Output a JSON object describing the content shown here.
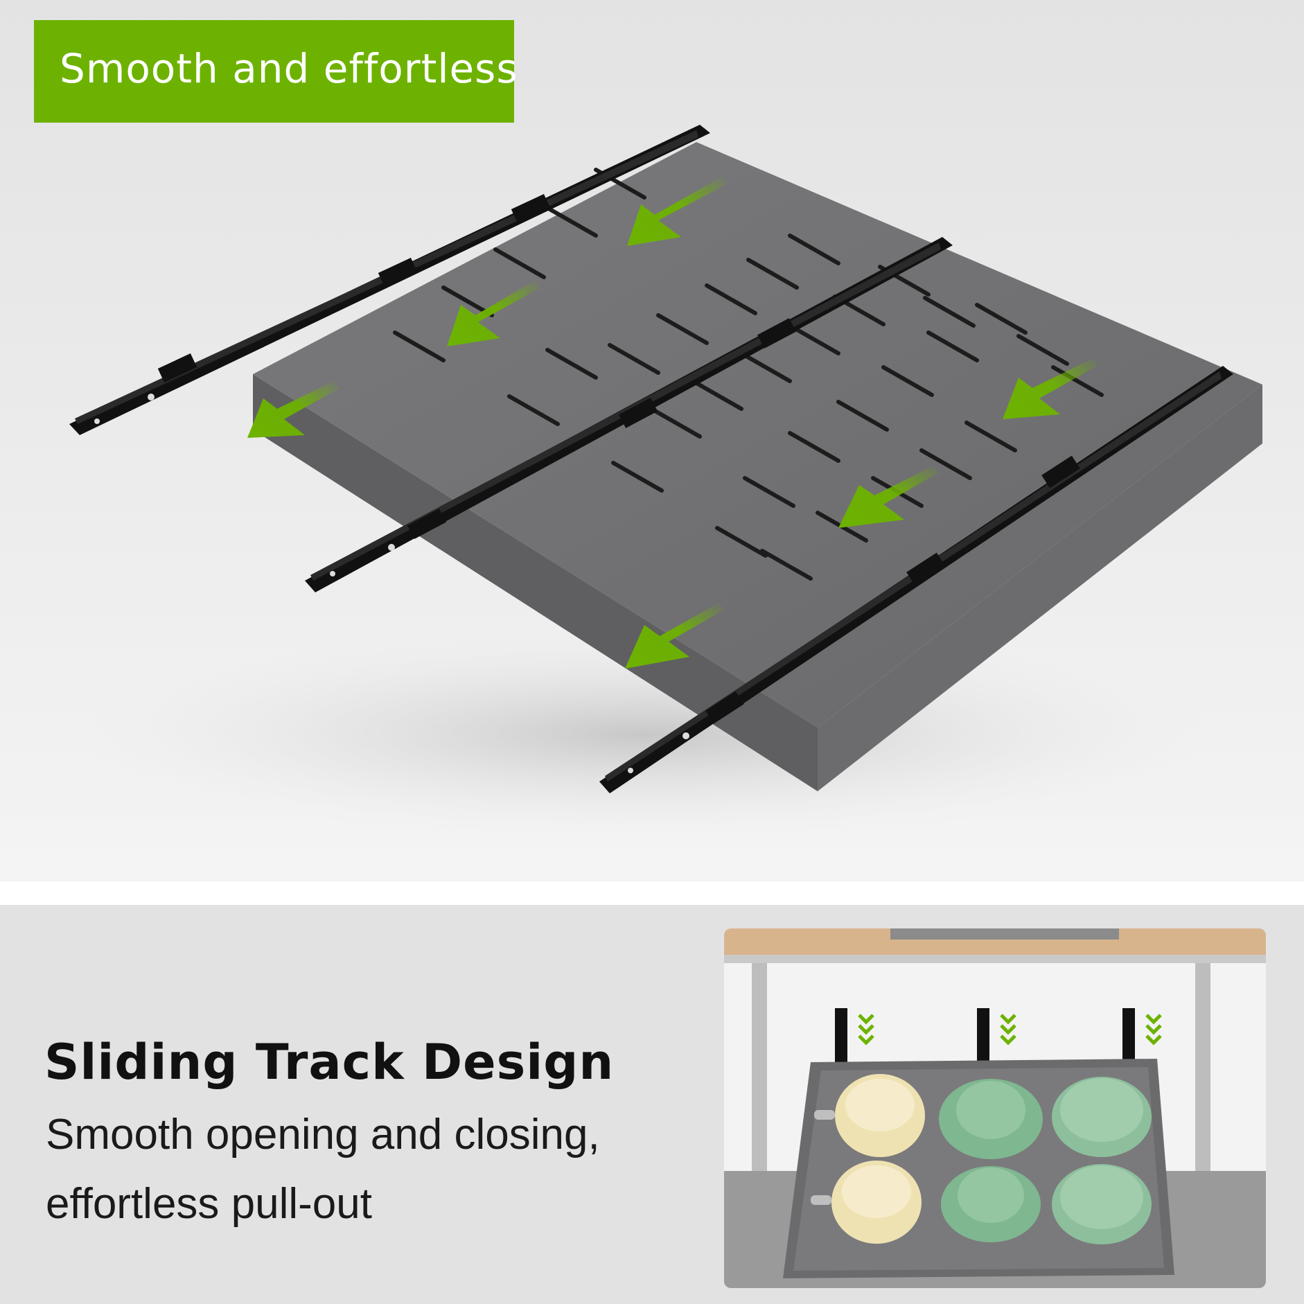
{
  "banner": {
    "text": "Smooth and effortless",
    "color": "#6db200"
  },
  "heading": "Sliding Track Design",
  "description": {
    "line1": "Smooth opening and closing,",
    "line2": "effortless pull-out"
  },
  "colors": {
    "accent_green": "#6db200",
    "tray_gray": "#6f6f71",
    "rail_black": "#111111",
    "background": "#e6e6e6"
  },
  "icons": [
    "arrow-down-left-icon",
    "chevron-down-icon"
  ]
}
